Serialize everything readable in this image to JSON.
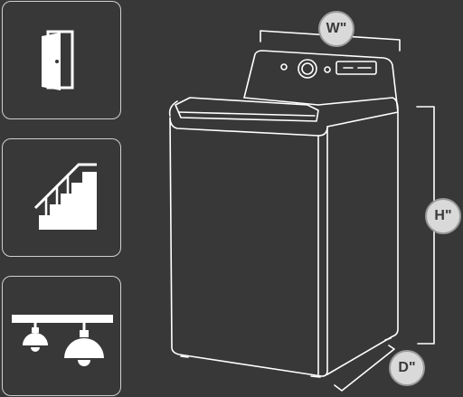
{
  "dimension_labels": {
    "width": "W\"",
    "height": "H\"",
    "depth": "D\""
  },
  "icons": [
    {
      "name": "door-icon"
    },
    {
      "name": "stairs-icon"
    },
    {
      "name": "ceiling-lights-icon"
    }
  ],
  "colors": {
    "background": "#383838",
    "line": "#ffffff",
    "badge_fill": "#d9d9d9",
    "badge_text": "#3a3a3a"
  }
}
